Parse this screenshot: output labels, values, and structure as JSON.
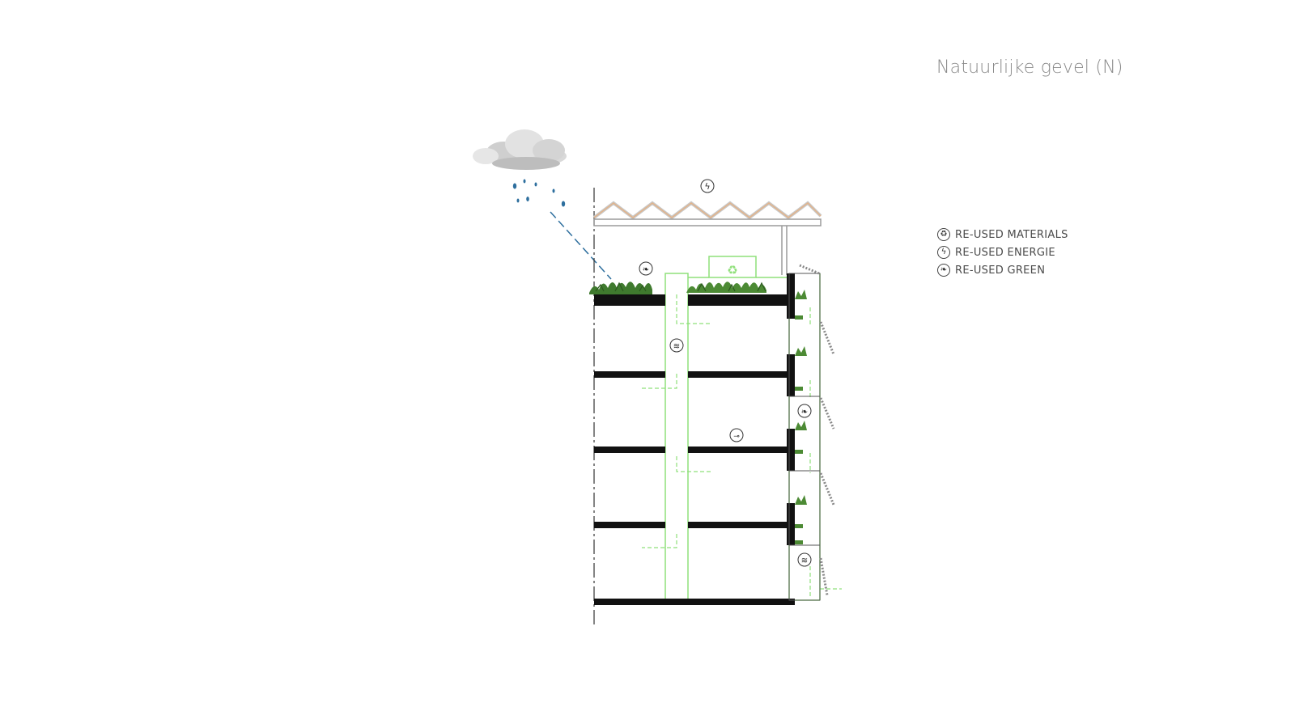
{
  "title": "Natuurlijke gevel (N)",
  "legend": {
    "items": [
      {
        "label": "RE-USED MATERIALS",
        "icon": "recycle-icon"
      },
      {
        "label": "RE-USED ENERGIE",
        "icon": "lightning-icon"
      },
      {
        "label": "RE-USED GREEN",
        "icon": "leaf-icon"
      }
    ]
  },
  "colors": {
    "structure": "#111111",
    "green_line": "#8fe07a",
    "roof": "#b9b9b9",
    "roof_accent": "#e2b38a",
    "rain": "#2e6f9e",
    "text": "#8a8a8a"
  },
  "diagram_icons": [
    "lightning-icon",
    "leaf-icon",
    "recycle-icon",
    "wind-icon",
    "water-tap-icon",
    "cloud-icon",
    "plants-icon"
  ]
}
